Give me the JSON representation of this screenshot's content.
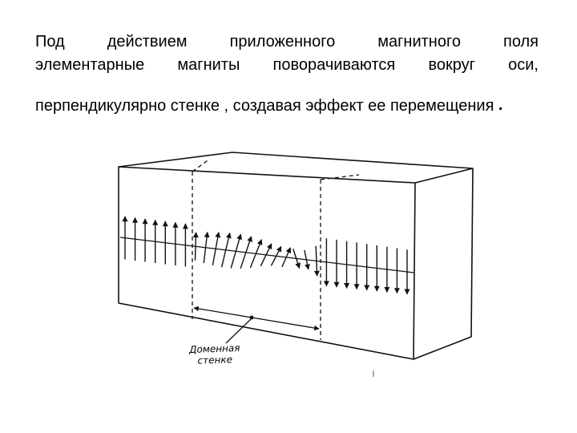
{
  "text": {
    "line1": [
      "Под",
      "действием",
      "приложенного",
      "магнитного",
      "поля"
    ],
    "line2": [
      "элементарные",
      "магниты",
      "поворачиваются",
      "вокруг",
      "оси,"
    ],
    "line3": "перпендикулярно стенке , создавая эффект ее перемещения",
    "line3_end": "."
  },
  "diagram": {
    "caption_line1": "Доменная",
    "caption_line2": "стенке",
    "colors": {
      "stroke": "#111111",
      "background": "#ffffff"
    }
  }
}
